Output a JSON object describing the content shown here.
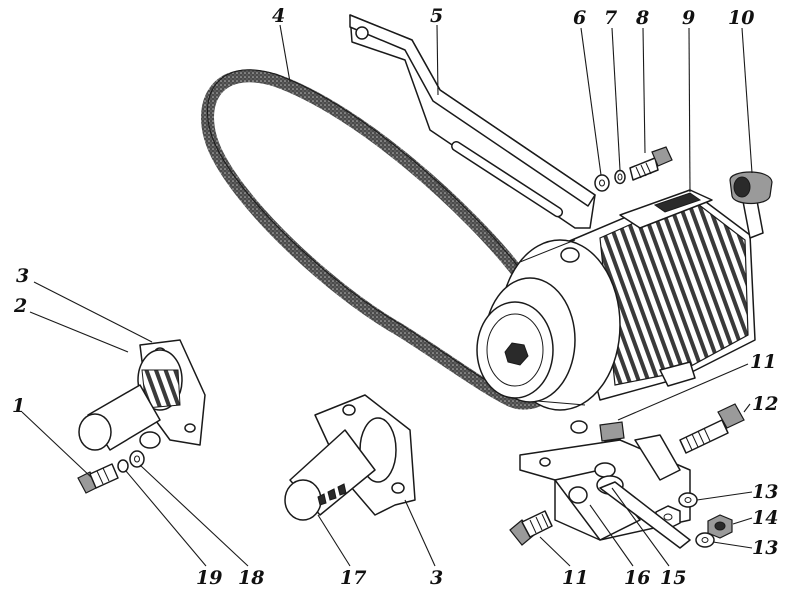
{
  "callouts": {
    "c1": "1",
    "c2": "2",
    "c3a": "3",
    "c4": "4",
    "c5": "5",
    "c6": "6",
    "c7": "7",
    "c8": "8",
    "c9": "9",
    "c10": "10",
    "c11a": "11",
    "c12": "12",
    "c13a": "13",
    "c14": "14",
    "c13b": "13",
    "c15": "15",
    "c16": "16",
    "c11b": "11",
    "c3b": "3",
    "c17": "17",
    "c18": "18",
    "c19": "19"
  }
}
